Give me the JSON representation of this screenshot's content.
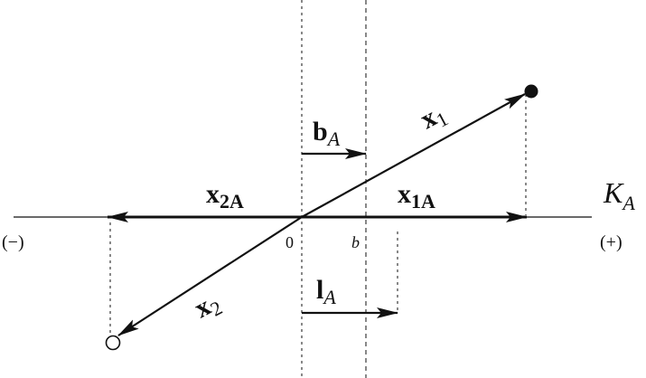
{
  "labels": {
    "axis_name": "K",
    "axis_sub": "A",
    "vec_x1": "x",
    "vec_x1_sub": "1",
    "vec_x2": "x",
    "vec_x2_sub": "2",
    "vec_x1A": "x",
    "vec_x1A_sub": "1A",
    "vec_x2A": "x",
    "vec_x2A_sub": "2A",
    "vec_bA": "b",
    "vec_bA_sub": "A",
    "vec_lA": "l",
    "vec_lA_sub": "A",
    "tick_zero": "0",
    "tick_b": "b",
    "neg_side": "(−)",
    "pos_side": "(+)"
  },
  "colors": {
    "ink": "#111111",
    "background": "#ffffff"
  }
}
